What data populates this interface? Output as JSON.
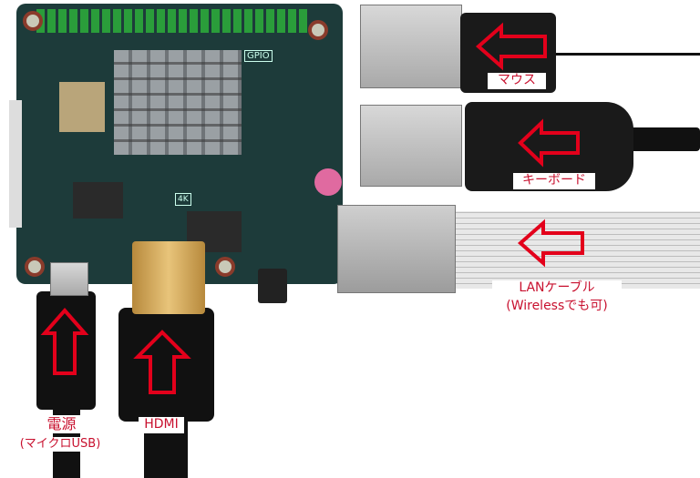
{
  "labels": {
    "mouse": "マウス",
    "keyboard": "キーボード",
    "lan_line1": "LANケーブル",
    "lan_line2": "(Wirelessでも可)",
    "power_line1": "電源",
    "power_line2": "(マイクロUSB)",
    "hdmi": "HDMI"
  },
  "board_marks": {
    "gpio": "GPIO",
    "hdmi_4k": "4K"
  },
  "colors": {
    "arrow": "#e3001b",
    "label_text": "#c8102e",
    "board": "#1d3b3a"
  }
}
